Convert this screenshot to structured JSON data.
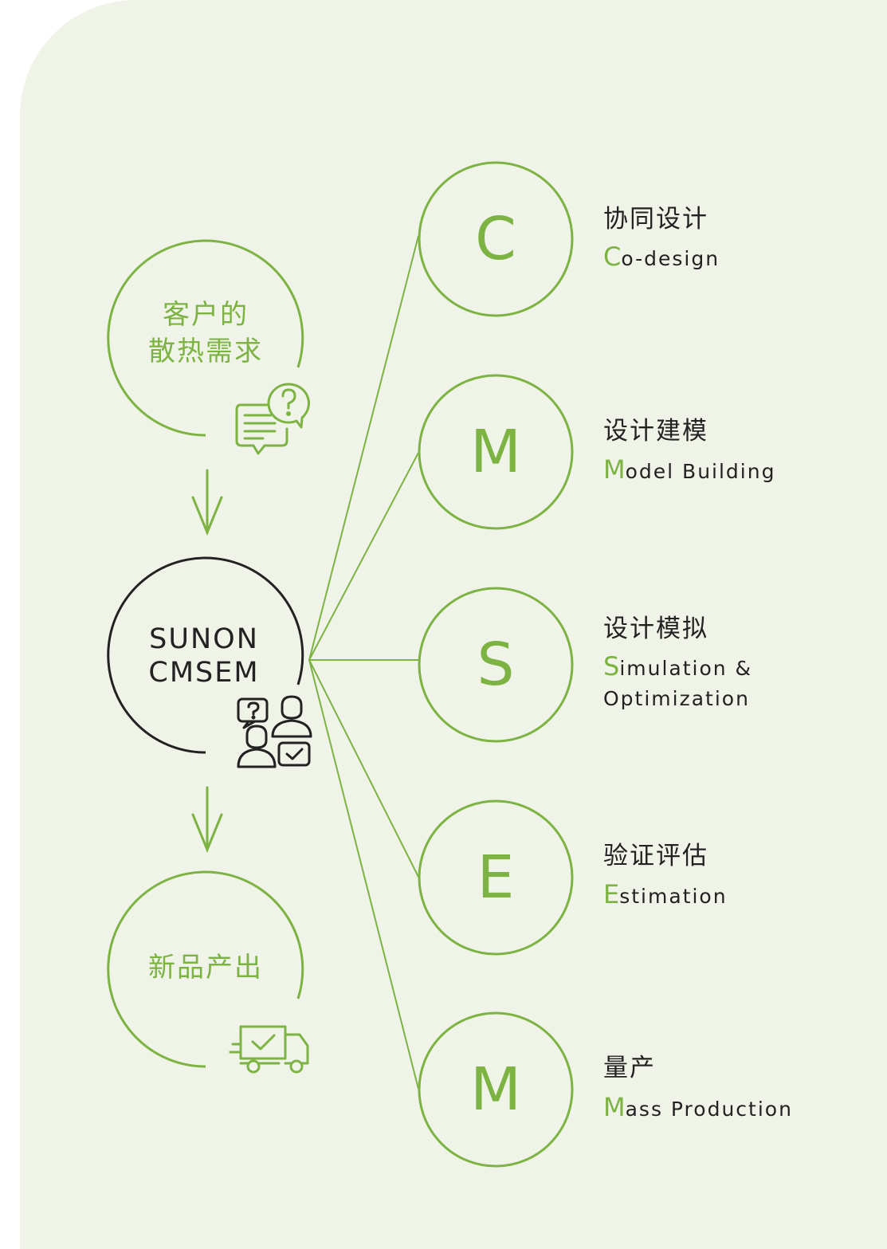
{
  "colors": {
    "accent": "#7cb342",
    "dark": "#222222",
    "panel": "#f0f4e8"
  },
  "left_column": {
    "need_title": "客户的\n散热需求",
    "center_title": "SUNON\nCMSEM",
    "output_title": "新品产出",
    "icons": [
      "chat-question-icon",
      "consultation-people-icon",
      "delivery-truck-icon",
      "arrow-down-icon"
    ]
  },
  "steps": [
    {
      "letter": "C",
      "zh": "协同设计",
      "en_initial": "C",
      "en_rest": "o-design"
    },
    {
      "letter": "M",
      "zh": "设计建模",
      "en_initial": "M",
      "en_rest": "odel Building"
    },
    {
      "letter": "S",
      "zh": "设计模拟",
      "en_initial": "S",
      "en_rest": "imulation &\nOptimization"
    },
    {
      "letter": "E",
      "zh": "验证评估",
      "en_initial": "E",
      "en_rest": "stimation"
    },
    {
      "letter": "M",
      "zh": "量产",
      "en_initial": "M",
      "en_rest": "ass Production"
    }
  ]
}
